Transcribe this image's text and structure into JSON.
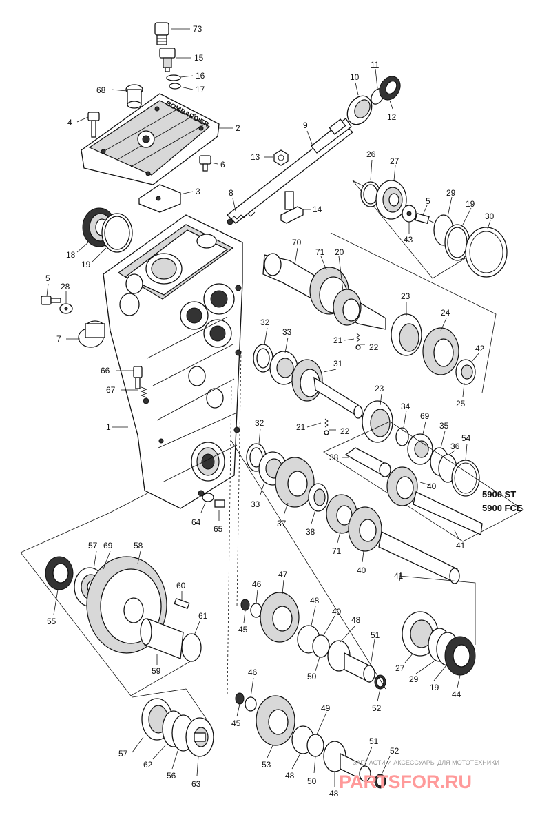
{
  "diagram": {
    "callouts": [
      {
        "id": "c73",
        "text": "73"
      },
      {
        "id": "c15",
        "text": "15"
      },
      {
        "id": "c16",
        "text": "16"
      },
      {
        "id": "c17",
        "text": "17"
      },
      {
        "id": "c68",
        "text": "68"
      },
      {
        "id": "c4a",
        "text": "4"
      },
      {
        "id": "c2",
        "text": "2"
      },
      {
        "id": "c6",
        "text": "6"
      },
      {
        "id": "c3",
        "text": "3"
      },
      {
        "id": "c10",
        "text": "10"
      },
      {
        "id": "c11",
        "text": "11"
      },
      {
        "id": "c12",
        "text": "12"
      },
      {
        "id": "c9",
        "text": "9"
      },
      {
        "id": "c13",
        "text": "13"
      },
      {
        "id": "c8",
        "text": "8"
      },
      {
        "id": "c14",
        "text": "14"
      },
      {
        "id": "c26",
        "text": "26"
      },
      {
        "id": "c27a",
        "text": "27"
      },
      {
        "id": "c5a",
        "text": "5"
      },
      {
        "id": "c29a",
        "text": "29"
      },
      {
        "id": "c19a",
        "text": "19"
      },
      {
        "id": "c30",
        "text": "30"
      },
      {
        "id": "c43",
        "text": "43"
      },
      {
        "id": "c18",
        "text": "18"
      },
      {
        "id": "c19b",
        "text": "19"
      },
      {
        "id": "c70",
        "text": "70"
      },
      {
        "id": "c71a",
        "text": "71"
      },
      {
        "id": "c20",
        "text": "20"
      },
      {
        "id": "c5b",
        "text": "5"
      },
      {
        "id": "c28",
        "text": "28"
      },
      {
        "id": "c7",
        "text": "7"
      },
      {
        "id": "c23a",
        "text": "23"
      },
      {
        "id": "c24",
        "text": "24"
      },
      {
        "id": "c32a",
        "text": "32"
      },
      {
        "id": "c33a",
        "text": "33"
      },
      {
        "id": "c21a",
        "text": "21"
      },
      {
        "id": "c22a",
        "text": "22"
      },
      {
        "id": "c42",
        "text": "42"
      },
      {
        "id": "c66",
        "text": "66"
      },
      {
        "id": "c67",
        "text": "67"
      },
      {
        "id": "c31",
        "text": "31"
      },
      {
        "id": "c25",
        "text": "25"
      },
      {
        "id": "c23b",
        "text": "23"
      },
      {
        "id": "c34",
        "text": "34"
      },
      {
        "id": "c1",
        "text": "1"
      },
      {
        "id": "c32b",
        "text": "32"
      },
      {
        "id": "c21b",
        "text": "21"
      },
      {
        "id": "c22b",
        "text": "22"
      },
      {
        "id": "c69a",
        "text": "69"
      },
      {
        "id": "c35",
        "text": "35"
      },
      {
        "id": "c54",
        "text": "54"
      },
      {
        "id": "c36",
        "text": "36"
      },
      {
        "id": "c38a",
        "text": "38"
      },
      {
        "id": "c40a",
        "text": "40"
      },
      {
        "id": "c33b",
        "text": "33"
      },
      {
        "id": "c37",
        "text": "37"
      },
      {
        "id": "c38b",
        "text": "38"
      },
      {
        "id": "c64",
        "text": "64"
      },
      {
        "id": "c65",
        "text": "65"
      },
      {
        "id": "c71b",
        "text": "71"
      },
      {
        "id": "c40b",
        "text": "40"
      },
      {
        "id": "c41a",
        "text": "41"
      },
      {
        "id": "c41b",
        "text": "41"
      },
      {
        "id": "c57a",
        "text": "57"
      },
      {
        "id": "c69b",
        "text": "69"
      },
      {
        "id": "c58",
        "text": "58"
      },
      {
        "id": "c47",
        "text": "47"
      },
      {
        "id": "c46a",
        "text": "46"
      },
      {
        "id": "c48a",
        "text": "48"
      },
      {
        "id": "c49a",
        "text": "49"
      },
      {
        "id": "c48b",
        "text": "48"
      },
      {
        "id": "c60",
        "text": "60"
      },
      {
        "id": "c45a",
        "text": "45"
      },
      {
        "id": "c51a",
        "text": "51"
      },
      {
        "id": "c61",
        "text": "61"
      },
      {
        "id": "c55",
        "text": "55"
      },
      {
        "id": "c59",
        "text": "59"
      },
      {
        "id": "c50a",
        "text": "50"
      },
      {
        "id": "c27b",
        "text": "27"
      },
      {
        "id": "c29b",
        "text": "29"
      },
      {
        "id": "c19c",
        "text": "19"
      },
      {
        "id": "c44",
        "text": "44"
      },
      {
        "id": "c52a",
        "text": "52"
      },
      {
        "id": "c46b",
        "text": "46"
      },
      {
        "id": "c49b",
        "text": "49"
      },
      {
        "id": "c45b",
        "text": "45"
      },
      {
        "id": "c51b",
        "text": "51"
      },
      {
        "id": "c52b",
        "text": "52"
      },
      {
        "id": "c57b",
        "text": "57"
      },
      {
        "id": "c62",
        "text": "62"
      },
      {
        "id": "c56",
        "text": "56"
      },
      {
        "id": "c63",
        "text": "63"
      },
      {
        "id": "c53",
        "text": "53"
      },
      {
        "id": "c48c",
        "text": "48"
      },
      {
        "id": "c50b",
        "text": "50"
      },
      {
        "id": "c48d",
        "text": "48"
      }
    ],
    "model_labels": [
      "5900 ST",
      "5900 FCE"
    ],
    "cover_text": "BOMBARDIER",
    "watermark": {
      "tagline": "ЗАПЧАСТИ И АКСЕССУАРЫ ДЛЯ МОТОТЕХНИКИ",
      "brand": "PARTSFOR.RU",
      "color": "#ff9a9a"
    }
  }
}
